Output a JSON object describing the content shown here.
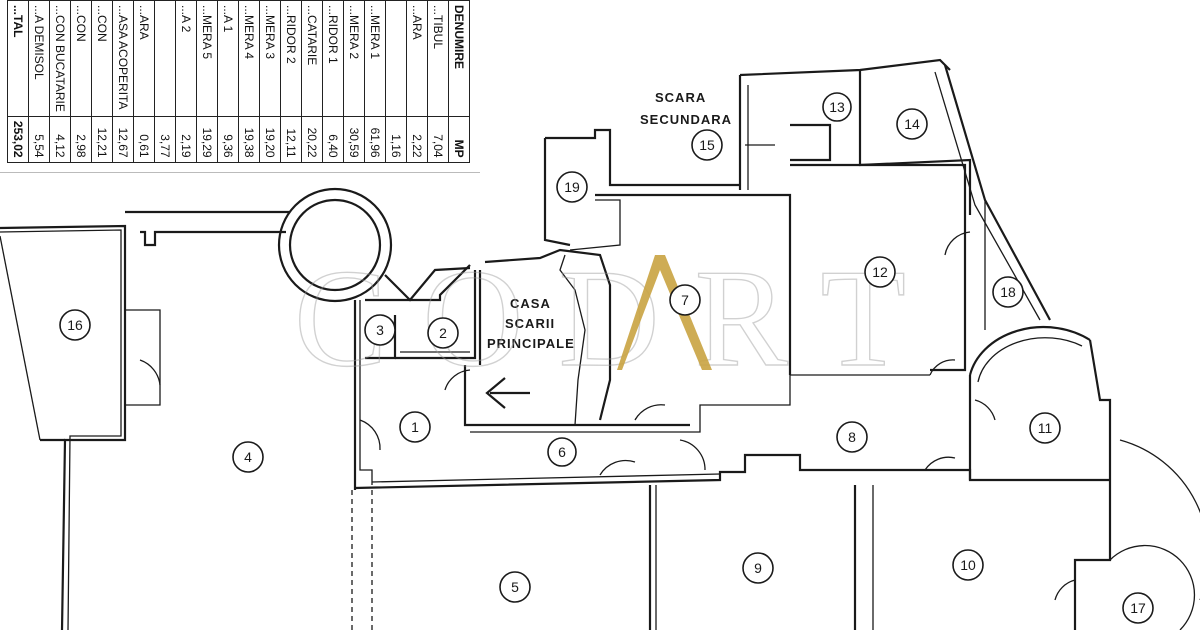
{
  "table": {
    "header": {
      "name": "DENUMIRE",
      "mp": "MP"
    },
    "rows": [
      {
        "name": "...TIBUL",
        "mp": "7,04"
      },
      {
        "name": "...ARA",
        "mp": "2,22"
      },
      {
        "name": "",
        "mp": "1,16"
      },
      {
        "name": "...MERA 1",
        "mp": "61,96"
      },
      {
        "name": "...MERA 2",
        "mp": "30,59"
      },
      {
        "name": "...RIDOR 1",
        "mp": "6,40"
      },
      {
        "name": "...CATARIE",
        "mp": "20,22"
      },
      {
        "name": "...RIDOR 2",
        "mp": "12,11"
      },
      {
        "name": "...MERA 3",
        "mp": "19,20"
      },
      {
        "name": "...MERA 4",
        "mp": "19,38"
      },
      {
        "name": "...A 1",
        "mp": "9,36"
      },
      {
        "name": "...MERA 5",
        "mp": "19,29"
      },
      {
        "name": "...A 2",
        "mp": "2,19"
      },
      {
        "name": "",
        "mp": "3,77"
      },
      {
        "name": "...ARA",
        "mp": "0,61"
      },
      {
        "name": "...ASA ACOPERITA",
        "mp": "12,67"
      },
      {
        "name": "...CON",
        "mp": "12,21"
      },
      {
        "name": "...CON",
        "mp": "2,98"
      },
      {
        "name": "...CON BUCATARIE",
        "mp": "4,12"
      },
      {
        "name": "...A DEMISOL",
        "mp": "5,54"
      }
    ],
    "total": {
      "name": "...TAL",
      "mp": "253,02"
    }
  },
  "plan": {
    "labels": {
      "scara_secundara_1": "SCARA",
      "scara_secundara_2": "SECUNDARA",
      "casa_scarii_1": "CASA",
      "casa_scarii_2": "SCARII",
      "casa_scarii_3": "PRINCIPALE"
    },
    "room_numbers": [
      "1",
      "2",
      "3",
      "4",
      "5",
      "6",
      "7",
      "8",
      "9",
      "10",
      "11",
      "12",
      "13",
      "14",
      "15",
      "16",
      "17",
      "18",
      "19"
    ]
  },
  "watermark": {
    "text": "CODART"
  }
}
